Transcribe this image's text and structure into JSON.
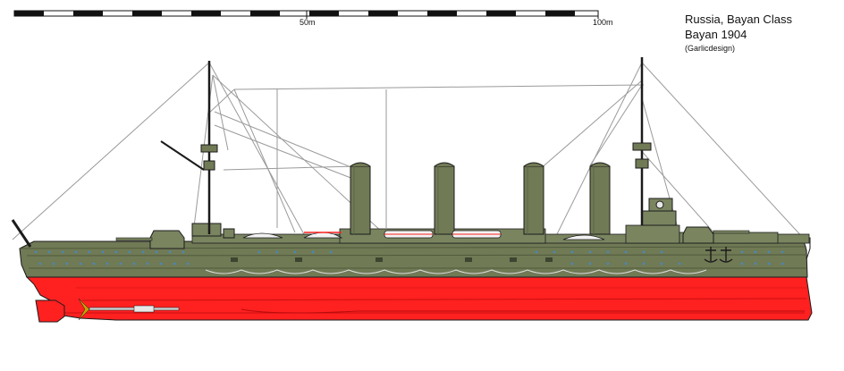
{
  "caption": {
    "title": "Russia, Bayan Class",
    "subtitle": "Bayan 1904",
    "credit": "(Garlicdesign)"
  },
  "scale_bar": {
    "labels": [
      "50m",
      "100m"
    ]
  },
  "colors": {
    "upper_hull": "#707a55",
    "superstructure": "#7a8560",
    "lower_hull": "#ff2020",
    "lower_hull_dark": "#c81010",
    "boats": "#f2f2f2",
    "rigging": "#9a9a9a",
    "outline": "#1b1b1b"
  }
}
